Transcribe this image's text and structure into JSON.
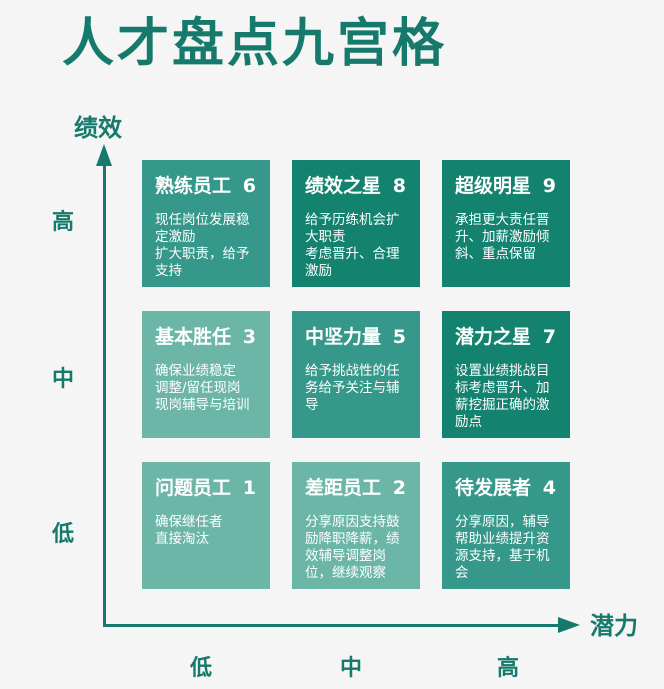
{
  "title": "人才盘点九宫格",
  "axes": {
    "y_label": "绩效",
    "x_label": "潜力",
    "y_ticks": [
      "高",
      "中",
      "低"
    ],
    "x_ticks": [
      "低",
      "中",
      "高"
    ]
  },
  "colors": {
    "dark": "#13826f",
    "mid": "#35988a",
    "light": "#6bb6a7",
    "text_accent": "#157a6c"
  },
  "grid": {
    "cells": [
      {
        "name": "熟练员工",
        "number": "6",
        "desc": "现任岗位发展稳定激励\n扩大职责，给予支持",
        "row": "高",
        "col": "低"
      },
      {
        "name": "绩效之星",
        "number": "8",
        "desc": "给予历练机会扩大职责\n考虑晋升、合理激励",
        "row": "高",
        "col": "中"
      },
      {
        "name": "超级明星",
        "number": "9",
        "desc": "承担更大责任晋升、加薪激励倾斜、重点保留",
        "row": "高",
        "col": "高"
      },
      {
        "name": "基本胜任",
        "number": "3",
        "desc": "确保业绩稳定\n调整/留任现岗\n现岗辅导与培训",
        "row": "中",
        "col": "低"
      },
      {
        "name": "中坚力量",
        "number": "5",
        "desc": "给予挑战性的任务给予关注与辅导",
        "row": "中",
        "col": "中"
      },
      {
        "name": "潜力之星",
        "number": "7",
        "desc": "设置业绩挑战目标考虑晋升、加薪挖掘正确的激励点",
        "row": "中",
        "col": "高"
      },
      {
        "name": "问题员工",
        "number": "1",
        "desc": "确保继任者\n直接淘汰",
        "row": "低",
        "col": "低"
      },
      {
        "name": "差距员工",
        "number": "2",
        "desc": "分享原因支持鼓励降职降薪，绩效辅导调整岗位，继续观察",
        "row": "低",
        "col": "中"
      },
      {
        "name": "待发展者",
        "number": "4",
        "desc": "分享原因，辅导帮助业绩提升资源支持，基于机会",
        "row": "低",
        "col": "高"
      }
    ]
  }
}
